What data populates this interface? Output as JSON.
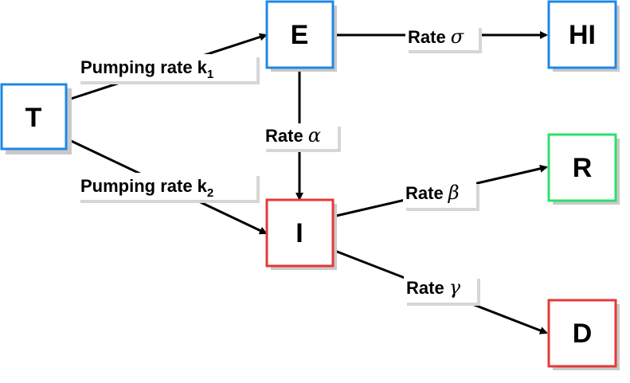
{
  "nodes": {
    "T": {
      "label": "T",
      "border": "#1e88e5"
    },
    "E": {
      "label": "E",
      "border": "#1e88e5"
    },
    "HI": {
      "label": "HI",
      "border": "#1e88e5"
    },
    "I": {
      "label": "I",
      "border": "#e53935"
    },
    "R": {
      "label": "R",
      "border": "#2ee06b"
    },
    "D": {
      "label": "D",
      "border": "#e53935"
    }
  },
  "edges": {
    "k1": {
      "text": "Pumping rate k",
      "sub": "1"
    },
    "k2": {
      "text": "Pumping rate k",
      "sub": "2"
    },
    "sigma": {
      "text": "Rate ",
      "symbol": "σ"
    },
    "alpha": {
      "text": "Rate ",
      "symbol": "α"
    },
    "beta": {
      "text": "Rate ",
      "symbol": "β"
    },
    "gamma": {
      "text": "Rate ",
      "symbol": "γ"
    }
  }
}
